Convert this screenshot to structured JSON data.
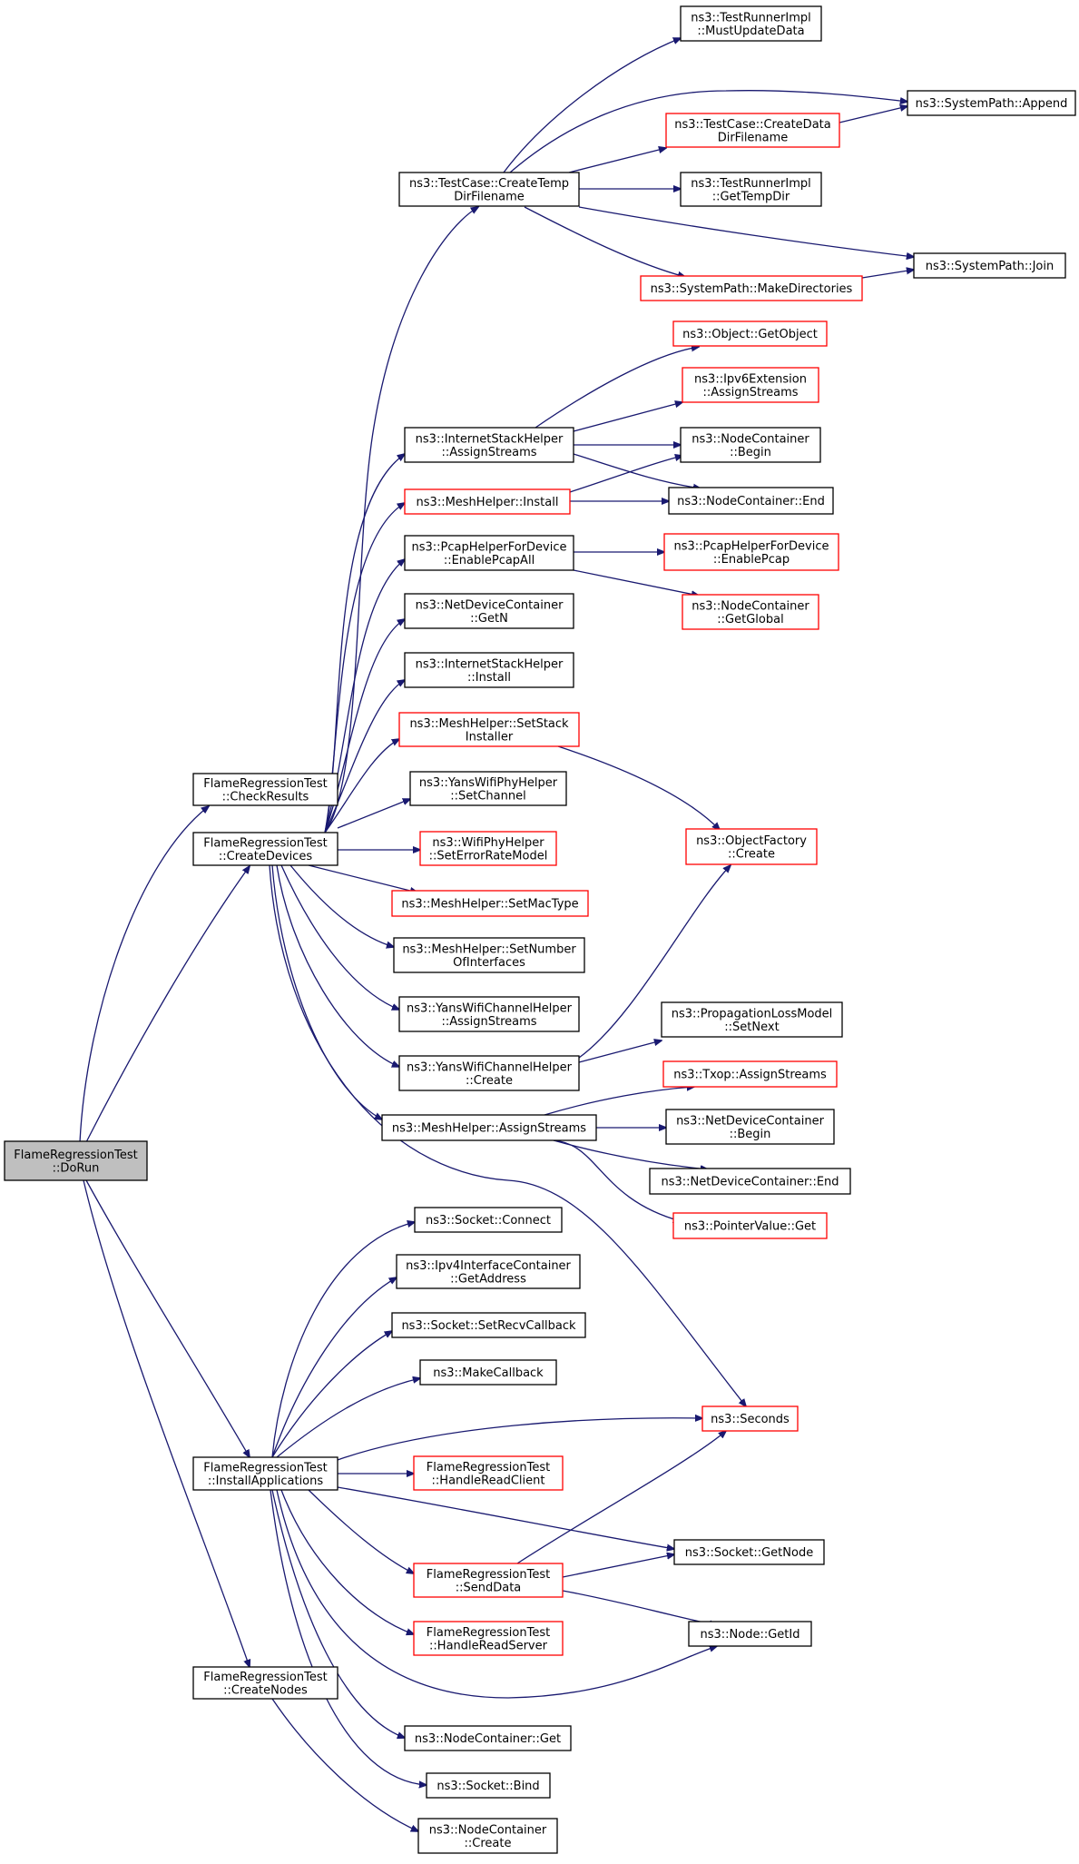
{
  "diagram": {
    "root": "FlameRegressionTest::DoRun",
    "nodes": [
      {
        "id": "doRun",
        "lines": [
          "FlameRegressionTest",
          "::DoRun"
        ],
        "style": "root"
      },
      {
        "id": "checkResults",
        "lines": [
          "FlameRegressionTest",
          "::CheckResults"
        ],
        "style": "black"
      },
      {
        "id": "createDevices",
        "lines": [
          "FlameRegressionTest",
          "::CreateDevices"
        ],
        "style": "black"
      },
      {
        "id": "installApplications",
        "lines": [
          "FlameRegressionTest",
          "::InstallApplications"
        ],
        "style": "black"
      },
      {
        "id": "createNodes",
        "lines": [
          "FlameRegressionTest",
          "::CreateNodes"
        ],
        "style": "black"
      },
      {
        "id": "createTempDirFilename",
        "lines": [
          "ns3::TestCase::CreateTemp",
          "DirFilename"
        ],
        "style": "black"
      },
      {
        "id": "mustUpdateData",
        "lines": [
          "ns3::TestRunnerImpl",
          "::MustUpdateData"
        ],
        "style": "black"
      },
      {
        "id": "systemPathAppend",
        "lines": [
          "ns3::SystemPath::Append"
        ],
        "style": "black"
      },
      {
        "id": "createDataDirFilename",
        "lines": [
          "ns3::TestCase::CreateData",
          "DirFilename"
        ],
        "style": "red"
      },
      {
        "id": "getTempDir",
        "lines": [
          "ns3::TestRunnerImpl",
          "::GetTempDir"
        ],
        "style": "black"
      },
      {
        "id": "systemPathJoin",
        "lines": [
          "ns3::SystemPath::Join"
        ],
        "style": "black"
      },
      {
        "id": "makeDirectories",
        "lines": [
          "ns3::SystemPath::MakeDirectories"
        ],
        "style": "red"
      },
      {
        "id": "getObject",
        "lines": [
          "ns3::Object::GetObject"
        ],
        "style": "red"
      },
      {
        "id": "ipv6ExtAssign",
        "lines": [
          "ns3::Ipv6Extension",
          "::AssignStreams"
        ],
        "style": "red"
      },
      {
        "id": "internetAssign",
        "lines": [
          "ns3::InternetStackHelper",
          "::AssignStreams"
        ],
        "style": "black"
      },
      {
        "id": "ncBegin",
        "lines": [
          "ns3::NodeContainer",
          "::Begin"
        ],
        "style": "black"
      },
      {
        "id": "meshInstall",
        "lines": [
          "ns3::MeshHelper::Install"
        ],
        "style": "red"
      },
      {
        "id": "ncEnd",
        "lines": [
          "ns3::NodeContainer::End"
        ],
        "style": "black"
      },
      {
        "id": "enablePcapAll",
        "lines": [
          "ns3::PcapHelperForDevice",
          "::EnablePcapAll"
        ],
        "style": "black"
      },
      {
        "id": "enablePcap",
        "lines": [
          "ns3::PcapHelperForDevice",
          "::EnablePcap"
        ],
        "style": "red"
      },
      {
        "id": "ncGetGlobal",
        "lines": [
          "ns3::NodeContainer",
          "::GetGlobal"
        ],
        "style": "red"
      },
      {
        "id": "ndcGetN",
        "lines": [
          "ns3::NetDeviceContainer",
          "::GetN"
        ],
        "style": "black"
      },
      {
        "id": "internetInstall",
        "lines": [
          "ns3::InternetStackHelper",
          "::Install"
        ],
        "style": "black"
      },
      {
        "id": "setStackInstaller",
        "lines": [
          "ns3::MeshHelper::SetStack",
          "Installer"
        ],
        "style": "red"
      },
      {
        "id": "setChannel",
        "lines": [
          "ns3::YansWifiPhyHelper",
          "::SetChannel"
        ],
        "style": "black"
      },
      {
        "id": "objectFactoryCreate",
        "lines": [
          "ns3::ObjectFactory",
          "::Create"
        ],
        "style": "red"
      },
      {
        "id": "setErrorRateModel",
        "lines": [
          "ns3::WifiPhyHelper",
          "::SetErrorRateModel"
        ],
        "style": "red"
      },
      {
        "id": "setMacType",
        "lines": [
          "ns3::MeshHelper::SetMacType"
        ],
        "style": "red"
      },
      {
        "id": "setNumberOfInterfaces",
        "lines": [
          "ns3::MeshHelper::SetNumber",
          "OfInterfaces"
        ],
        "style": "black"
      },
      {
        "id": "yansChannelAssign",
        "lines": [
          "ns3::YansWifiChannelHelper",
          "::AssignStreams"
        ],
        "style": "black"
      },
      {
        "id": "yansChannelCreate",
        "lines": [
          "ns3::YansWifiChannelHelper",
          "::Create"
        ],
        "style": "black"
      },
      {
        "id": "propagationSetNext",
        "lines": [
          "ns3::PropagationLossModel",
          "::SetNext"
        ],
        "style": "black"
      },
      {
        "id": "meshAssign",
        "lines": [
          "ns3::MeshHelper::AssignStreams"
        ],
        "style": "black"
      },
      {
        "id": "txopAssign",
        "lines": [
          "ns3::Txop::AssignStreams"
        ],
        "style": "red"
      },
      {
        "id": "ndcBegin",
        "lines": [
          "ns3::NetDeviceContainer",
          "::Begin"
        ],
        "style": "black"
      },
      {
        "id": "ndcEnd",
        "lines": [
          "ns3::NetDeviceContainer::End"
        ],
        "style": "black"
      },
      {
        "id": "pointerValueGet",
        "lines": [
          "ns3::PointerValue::Get"
        ],
        "style": "red"
      },
      {
        "id": "socketConnect",
        "lines": [
          "ns3::Socket::Connect"
        ],
        "style": "black"
      },
      {
        "id": "ipv4GetAddress",
        "lines": [
          "ns3::Ipv4InterfaceContainer",
          "::GetAddress"
        ],
        "style": "black"
      },
      {
        "id": "setRecvCallback",
        "lines": [
          "ns3::Socket::SetRecvCallback"
        ],
        "style": "black"
      },
      {
        "id": "makeCallback",
        "lines": [
          "ns3::MakeCallback"
        ],
        "style": "black"
      },
      {
        "id": "seconds",
        "lines": [
          "ns3::Seconds"
        ],
        "style": "red"
      },
      {
        "id": "handleReadClient",
        "lines": [
          "FlameRegressionTest",
          "::HandleReadClient"
        ],
        "style": "red"
      },
      {
        "id": "socketGetNode",
        "lines": [
          "ns3::Socket::GetNode"
        ],
        "style": "black"
      },
      {
        "id": "sendData",
        "lines": [
          "FlameRegressionTest",
          "::SendData"
        ],
        "style": "red"
      },
      {
        "id": "nodeGetId",
        "lines": [
          "ns3::Node::GetId"
        ],
        "style": "black"
      },
      {
        "id": "handleReadServer",
        "lines": [
          "FlameRegressionTest",
          "::HandleReadServer"
        ],
        "style": "red"
      },
      {
        "id": "ncGet",
        "lines": [
          "ns3::NodeContainer::Get"
        ],
        "style": "black"
      },
      {
        "id": "socketBind",
        "lines": [
          "ns3::Socket::Bind"
        ],
        "style": "black"
      },
      {
        "id": "ncCreate",
        "lines": [
          "ns3::NodeContainer",
          "::Create"
        ],
        "style": "black"
      }
    ],
    "edges": [
      {
        "from": "doRun",
        "to": "checkResults"
      },
      {
        "from": "doRun",
        "to": "createDevices"
      },
      {
        "from": "doRun",
        "to": "installApplications"
      },
      {
        "from": "doRun",
        "to": "createNodes"
      },
      {
        "from": "createDevices",
        "to": "createTempDirFilename"
      },
      {
        "from": "createDevices",
        "to": "internetAssign"
      },
      {
        "from": "createDevices",
        "to": "meshInstall"
      },
      {
        "from": "createDevices",
        "to": "enablePcapAll"
      },
      {
        "from": "createDevices",
        "to": "ndcGetN"
      },
      {
        "from": "createDevices",
        "to": "internetInstall"
      },
      {
        "from": "createDevices",
        "to": "setStackInstaller"
      },
      {
        "from": "createDevices",
        "to": "setChannel"
      },
      {
        "from": "createDevices",
        "to": "setErrorRateModel"
      },
      {
        "from": "createDevices",
        "to": "setMacType"
      },
      {
        "from": "createDevices",
        "to": "setNumberOfInterfaces"
      },
      {
        "from": "createDevices",
        "to": "yansChannelAssign"
      },
      {
        "from": "createDevices",
        "to": "yansChannelCreate"
      },
      {
        "from": "createDevices",
        "to": "meshAssign"
      },
      {
        "from": "createDevices",
        "to": "seconds"
      },
      {
        "from": "createTempDirFilename",
        "to": "mustUpdateData"
      },
      {
        "from": "createTempDirFilename",
        "to": "systemPathAppend"
      },
      {
        "from": "createTempDirFilename",
        "to": "createDataDirFilename"
      },
      {
        "from": "createTempDirFilename",
        "to": "getTempDir"
      },
      {
        "from": "createTempDirFilename",
        "to": "systemPathJoin"
      },
      {
        "from": "createTempDirFilename",
        "to": "makeDirectories"
      },
      {
        "from": "createDataDirFilename",
        "to": "systemPathAppend"
      },
      {
        "from": "makeDirectories",
        "to": "systemPathJoin"
      },
      {
        "from": "internetAssign",
        "to": "getObject"
      },
      {
        "from": "internetAssign",
        "to": "ipv6ExtAssign"
      },
      {
        "from": "internetAssign",
        "to": "ncBegin"
      },
      {
        "from": "internetAssign",
        "to": "ncEnd"
      },
      {
        "from": "meshInstall",
        "to": "ncBegin"
      },
      {
        "from": "meshInstall",
        "to": "ncEnd"
      },
      {
        "from": "enablePcapAll",
        "to": "enablePcap"
      },
      {
        "from": "enablePcapAll",
        "to": "ncGetGlobal"
      },
      {
        "from": "setStackInstaller",
        "to": "objectFactoryCreate"
      },
      {
        "from": "yansChannelCreate",
        "to": "objectFactoryCreate"
      },
      {
        "from": "yansChannelCreate",
        "to": "propagationSetNext"
      },
      {
        "from": "meshAssign",
        "to": "txopAssign"
      },
      {
        "from": "meshAssign",
        "to": "ndcBegin"
      },
      {
        "from": "meshAssign",
        "to": "ndcEnd"
      },
      {
        "from": "meshAssign",
        "to": "pointerValueGet"
      },
      {
        "from": "installApplications",
        "to": "socketConnect"
      },
      {
        "from": "installApplications",
        "to": "ipv4GetAddress"
      },
      {
        "from": "installApplications",
        "to": "setRecvCallback"
      },
      {
        "from": "installApplications",
        "to": "makeCallback"
      },
      {
        "from": "installApplications",
        "to": "seconds"
      },
      {
        "from": "installApplications",
        "to": "handleReadClient"
      },
      {
        "from": "installApplications",
        "to": "socketGetNode"
      },
      {
        "from": "installApplications",
        "to": "sendData"
      },
      {
        "from": "installApplications",
        "to": "handleReadServer"
      },
      {
        "from": "installApplications",
        "to": "nodeGetId"
      },
      {
        "from": "installApplications",
        "to": "ncGet"
      },
      {
        "from": "installApplications",
        "to": "socketBind"
      },
      {
        "from": "sendData",
        "to": "seconds"
      },
      {
        "from": "sendData",
        "to": "socketGetNode"
      },
      {
        "from": "sendData",
        "to": "nodeGetId"
      },
      {
        "from": "createNodes",
        "to": "ncCreate"
      }
    ],
    "colors": {
      "edge": "#191970",
      "root_fill": "#bfbfbf",
      "node_border": "#000000",
      "truncated_node_border": "#ff0000",
      "background": "#ffffff"
    }
  }
}
